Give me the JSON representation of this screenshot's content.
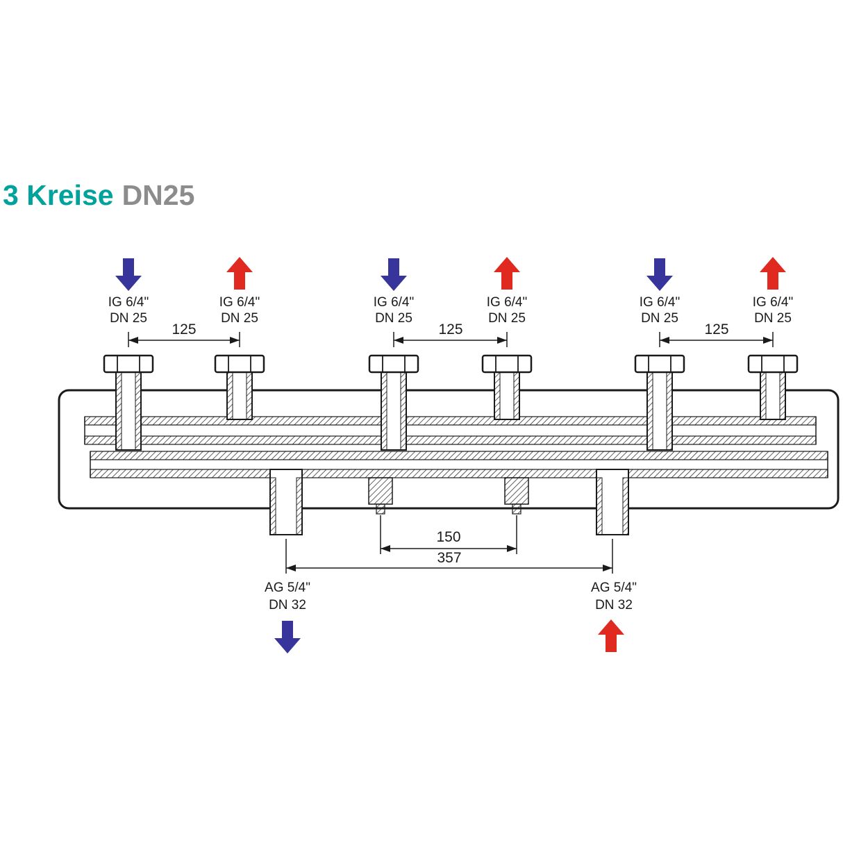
{
  "title": {
    "circuits": "3 Kreise",
    "size": "DN25"
  },
  "colors": {
    "title_teal": "#00A39B",
    "title_gray": "#8C8C8C",
    "arrow_blue": "#37349B",
    "arrow_red": "#E02A20",
    "line_black": "#1A1A1A"
  },
  "top_connections": {
    "label_line1": "IG 6/4\"",
    "label_line2": "DN 25",
    "count": 6,
    "arrow_directions": [
      "down",
      "up",
      "down",
      "up",
      "down",
      "up"
    ]
  },
  "bottom_connections": {
    "label_line1": "AG 5/4\"",
    "label_line2": "DN 32",
    "count": 2,
    "arrow_directions": [
      "down",
      "up"
    ]
  },
  "dimensions": {
    "circuit_spacing": "125",
    "center_spacing": "150",
    "main_spacing": "357"
  }
}
